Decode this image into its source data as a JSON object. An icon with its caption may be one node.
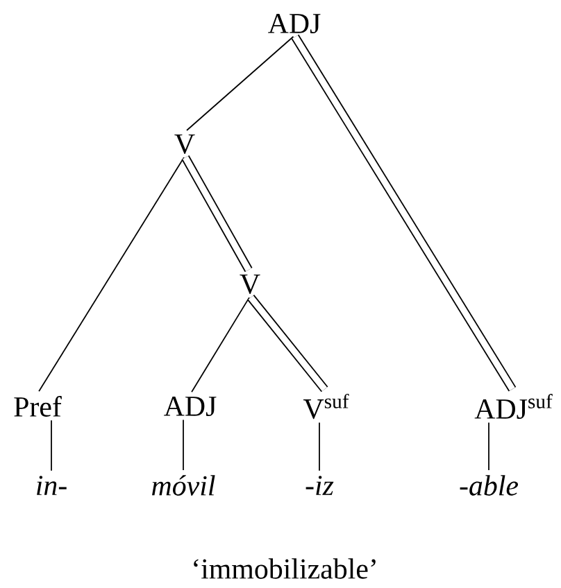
{
  "diagram": {
    "caption": "‘immobilizable’",
    "nodes": [
      {
        "text": [
          "ADJ"
        ]
      },
      {
        "text": [
          "V"
        ]
      },
      {
        "text": [
          "V"
        ]
      },
      {
        "text": [
          "Pref"
        ]
      },
      {
        "text": [
          "ADJ"
        ]
      },
      {
        "text": [
          "V$^{suf}$"
        ]
      },
      {
        "text": [
          "ADJ$^{suf}$"
        ]
      },
      {
        "text": [
          "in-"
        ]
      },
      {
        "text": [
          "móvil"
        ]
      },
      {
        "text": [
          "-iz"
        ]
      },
      {
        "text": [
          "-able"
        ]
      }
    ],
    "edges": [
      {
        "from": 0,
        "to": 1,
        "arrow": "none"
      },
      {
        "from": 0,
        "to": 6,
        "arrow": "none",
        "style": "thick"
      },
      {
        "from": 1,
        "to": 3,
        "arrow": "none"
      },
      {
        "from": 1,
        "to": 2,
        "arrow": "none",
        "style": "thick"
      },
      {
        "from": 2,
        "to": 4,
        "arrow": "none"
      },
      {
        "from": 2,
        "to": 5,
        "arrow": "none",
        "style": "thick"
      },
      {
        "from": 3,
        "to": 7,
        "arrow": "none"
      },
      {
        "from": 4,
        "to": 8,
        "arrow": "none"
      },
      {
        "from": 5,
        "to": 9,
        "arrow": "none"
      },
      {
        "from": 6,
        "to": 10,
        "arrow": "none"
      }
    ]
  }
}
